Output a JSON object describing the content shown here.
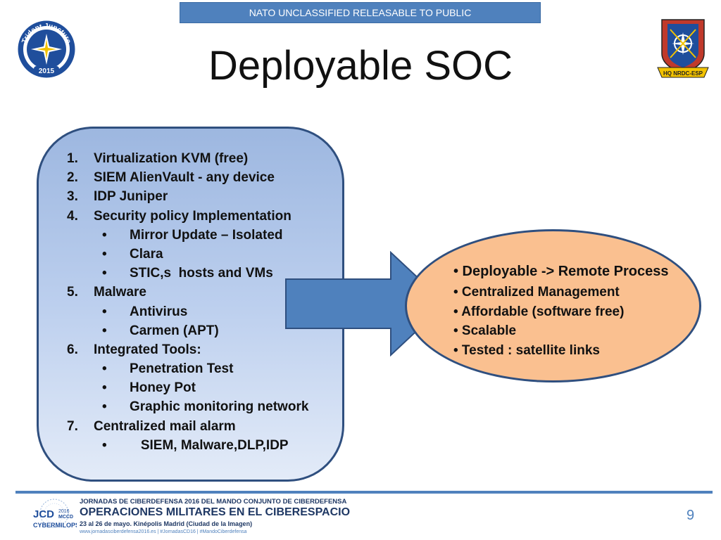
{
  "header": {
    "classification": "NATO UNCLASSIFIED RELEASABLE TO PUBLIC",
    "title": "Deployable SOC",
    "logo_left_top_text": "Trident Juncture",
    "logo_left_year": "2015",
    "logo_right_text": "HQ NRDC-ESP"
  },
  "list": {
    "items": [
      {
        "num": "1.",
        "text": "Virtualization KVM  (free)"
      },
      {
        "num": "2.",
        "text": "SIEM   AlienVault  - any device"
      },
      {
        "num": "3.",
        "text": "IDP      Juniper"
      },
      {
        "num": "4.",
        "text": "Security policy Implementation"
      },
      {
        "bullet": "•",
        "text": "Mirror Update – Isolated"
      },
      {
        "bullet": "•",
        "text": "Clara"
      },
      {
        "bullet": "•",
        "text": "STIC,s  hosts and VMs"
      },
      {
        "num": "5.",
        "text": "Malware"
      },
      {
        "bullet": "•",
        "text": "Antivirus"
      },
      {
        "bullet": "•",
        "text": "Carmen (APT)"
      },
      {
        "num": "6.",
        "text": "Integrated Tools:"
      },
      {
        "bullet": "•",
        "text": "Penetration Test"
      },
      {
        "bullet": "•",
        "text": "Honey Pot"
      },
      {
        "bullet": "•",
        "text": "Graphic monitoring network"
      },
      {
        "num": "7.",
        "text": "Centralized mail alarm"
      },
      {
        "bullet": "•",
        "text": "   SIEM, Malware,DLP,IDP"
      }
    ]
  },
  "ellipse": {
    "first": "• Deployable -> Remote Process",
    "items": [
      "• Centralized Management",
      "• Affordable (software free)",
      "• Scalable",
      "• Tested : satellite links"
    ]
  },
  "footer": {
    "line1": "JORNADAS DE CIBERDEFENSA 2016 DEL MANDO CONJUNTO DE CIBERDEFENSA",
    "line2": "OPERACIONES MILITARES EN EL CIBERESPACIO",
    "line3": "23 al 26 de mayo. Kinépolis Madrid (Ciudad de la Imagen)",
    "line4": "www.jornadasciberdefensa2016.es  |  #JornadasCD16  |  #MandoCiberdefensa",
    "logo_jcd": "JCD",
    "logo_year": "2016",
    "logo_mccd": "MCCD",
    "logo_cyber": "CYBERMILOPS",
    "page_number": "9"
  },
  "colors": {
    "accent_blue": "#4f81bd",
    "ellipse_fill": "#fac090",
    "box_border": "#2f4f7f"
  }
}
